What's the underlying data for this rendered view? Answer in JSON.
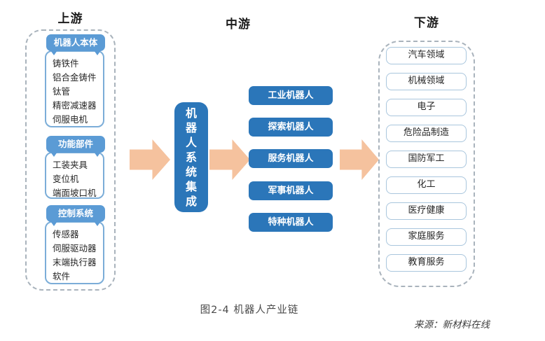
{
  "page": {
    "caption": "图2-4 机器人产业链",
    "source": "来源：新材料在线"
  },
  "columns": {
    "upstream_label": "上游",
    "midstream_label": "中游",
    "downstream_label": "下游"
  },
  "upstream": {
    "groups": [
      {
        "title": "机器人本体",
        "items": [
          "铸铁件",
          "铝合金铸件",
          "钛管",
          "精密减速器",
          "伺服电机"
        ]
      },
      {
        "title": "功能部件",
        "items": [
          "工装夹具",
          "变位机",
          "端面坡口机"
        ]
      },
      {
        "title": "控制系统",
        "items": [
          "传感器",
          "伺服驱动器",
          "末端执行器",
          "软件"
        ]
      }
    ]
  },
  "midstream": {
    "integrator": "机器人系统集成",
    "robot_types": [
      "工业机器人",
      "探索机器人",
      "服务机器人",
      "军事机器人",
      "特种机器人"
    ]
  },
  "downstream": {
    "fields": [
      "汽车领域",
      "机械领域",
      "电子",
      "危险品制造",
      "国防军工",
      "化工",
      "医疗健康",
      "家庭服务",
      "教育服务"
    ]
  },
  "colors": {
    "dark_blue": "#2b76b9",
    "light_blue": "#5b9bd5",
    "arrow_peach": "#f5c29e",
    "list_border": "#7badd8",
    "field_border": "#a9c6dd",
    "dashed_border": "#a9b3bc"
  }
}
